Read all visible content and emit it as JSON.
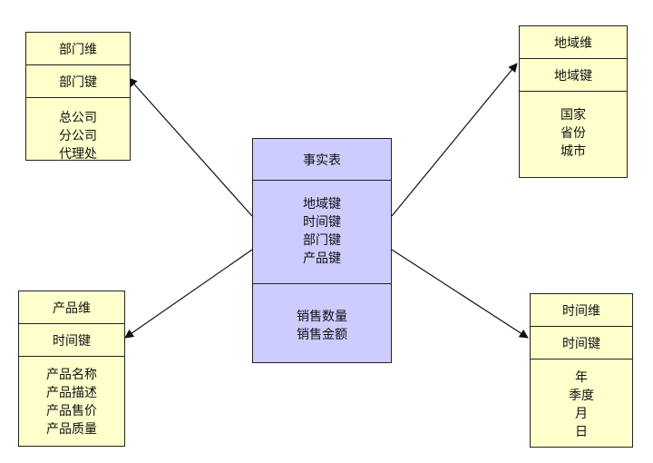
{
  "tables": {
    "department": {
      "name": "部门维",
      "key": "部门键",
      "attributes": [
        "总公司",
        "分公司",
        "代理处"
      ]
    },
    "region": {
      "name": "地域维",
      "key": "地域键",
      "attributes": [
        "国家",
        "省份",
        "城市"
      ]
    },
    "fact": {
      "name": "事实表",
      "keys": [
        "地域键",
        "时间键",
        "部门键",
        "产品键"
      ],
      "measures": [
        "销售数量",
        "销售金额"
      ]
    },
    "product": {
      "name": "产品维",
      "key": "时间键",
      "attributes": [
        "产品名称",
        "产品描述",
        "产品售价",
        "产品质量"
      ]
    },
    "time": {
      "name": "时间维",
      "key": "时间键",
      "attributes": [
        "年",
        "季度",
        "月",
        "日"
      ]
    }
  },
  "colors": {
    "dimension_fill": "#ffffcc",
    "fact_fill": "#ccccff",
    "border": "#222222"
  }
}
